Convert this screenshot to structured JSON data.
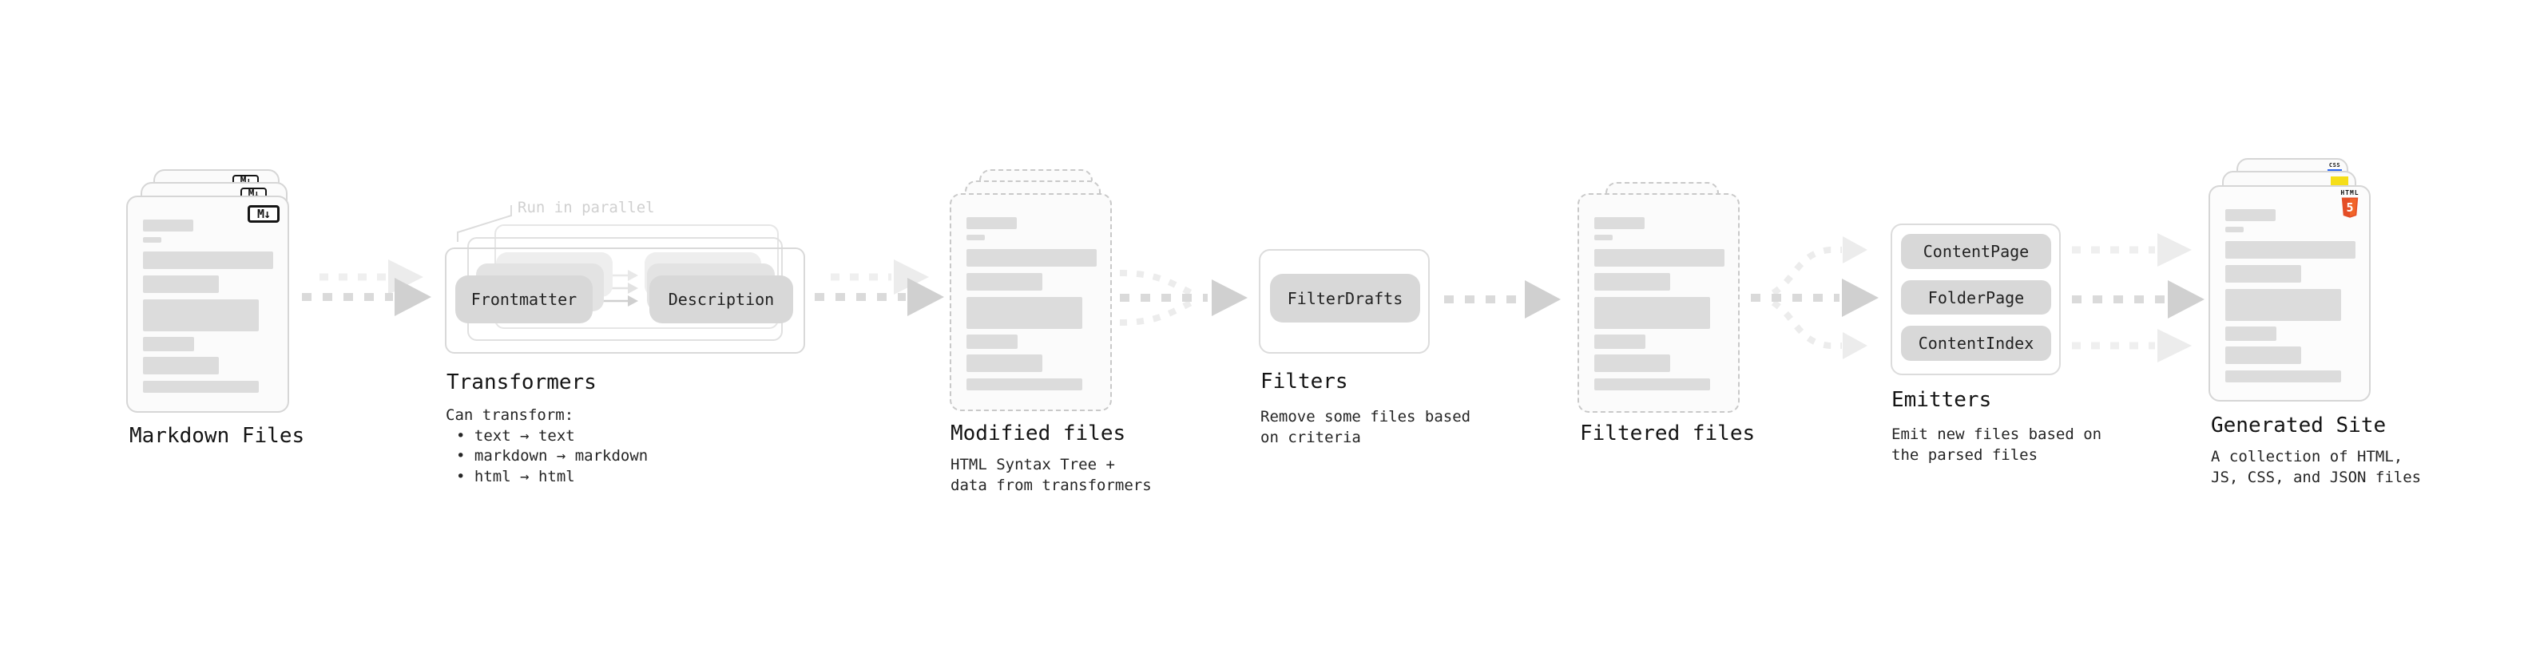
{
  "stages": {
    "markdown_files": {
      "label": "Markdown Files",
      "badge": "M↓"
    },
    "transformers": {
      "label": "Transformers",
      "callout": "Run in parallel",
      "button_left": "Frontmatter",
      "button_right": "Description",
      "desc_title": "Can transform:",
      "bullet1": "• text → text",
      "bullet2": "• markdown → markdown",
      "bullet3": "• html → html"
    },
    "modified_files": {
      "label": "Modified files",
      "desc1": "HTML Syntax Tree +",
      "desc2": "data from transformers"
    },
    "filters": {
      "label": "Filters",
      "button": "FilterDrafts",
      "desc1": "Remove some files based",
      "desc2": "on criteria"
    },
    "filtered_files": {
      "label": "Filtered files"
    },
    "emitters": {
      "label": "Emitters",
      "button1": "ContentPage",
      "button2": "FolderPage",
      "button3": "ContentIndex",
      "desc1": "Emit new files based on",
      "desc2": "the parsed files"
    },
    "generated_site": {
      "label": "Generated Site",
      "desc1": "A collection of HTML,",
      "desc2": "JS, CSS, and JSON files",
      "css_badge": "CSS",
      "html_logo_text": "HTML",
      "html_logo_number": "5"
    }
  },
  "colors": {
    "html5_orange": "#e44d26",
    "js_yellow": "#f5de19",
    "css_blue": "#2965f1",
    "skeleton_gray": "#dcdcdc",
    "button_gray": "#d8d8d8"
  }
}
